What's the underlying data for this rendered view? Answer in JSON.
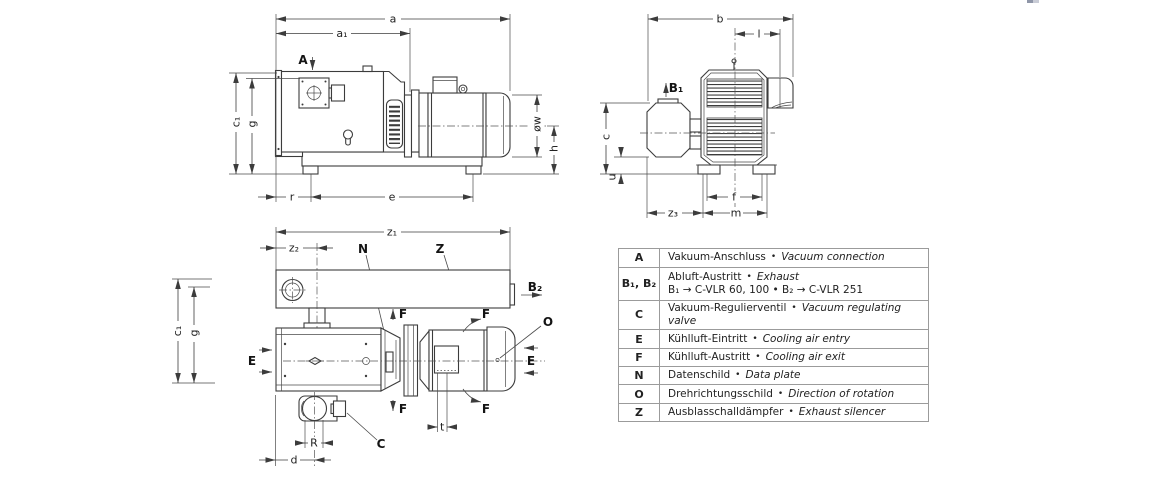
{
  "dims": {
    "a": "a",
    "a1": "a₁",
    "b": "b",
    "l": "l",
    "c": "c",
    "c1": "c₁",
    "u": "u",
    "g": "g",
    "h": "h",
    "e": "e",
    "r": "r",
    "f": "f",
    "m": "m",
    "d": "d",
    "t": "t",
    "R": "R",
    "ow": "øw",
    "z1": "z₁",
    "z2": "z₂",
    "z3": "z₃"
  },
  "callouts": {
    "A": "A",
    "B1": "B₁",
    "B2": "B₂",
    "C": "C",
    "E": "E",
    "F": "F",
    "N": "N",
    "O": "O",
    "Z": "Z"
  },
  "legend": {
    "bullet": "•",
    "rows": [
      {
        "key": "A",
        "de": "Vakuum-Anschluss",
        "en": "Vacuum connection"
      },
      {
        "key": "B₁, B₂",
        "de": "Abluft-Austritt",
        "en": "Exhaust",
        "extra": "B₁ → C-VLR 60, 100  •  B₂ → C-VLR 251"
      },
      {
        "key": "C",
        "de": "Vakuum-Regulierventil",
        "en": "Vacuum regulating valve"
      },
      {
        "key": "E",
        "de": "Kühlluft-Eintritt",
        "en": "Cooling air entry"
      },
      {
        "key": "F",
        "de": "Kühlluft-Austritt",
        "en": "Cooling air exit"
      },
      {
        "key": "N",
        "de": "Datenschild",
        "en": "Data plate"
      },
      {
        "key": "O",
        "de": "Drehrichtungsschild",
        "en": "Direction of rotation"
      },
      {
        "key": "Z",
        "de": "Ausblasschalldämpfer",
        "en": "Exhaust silencer"
      }
    ]
  }
}
